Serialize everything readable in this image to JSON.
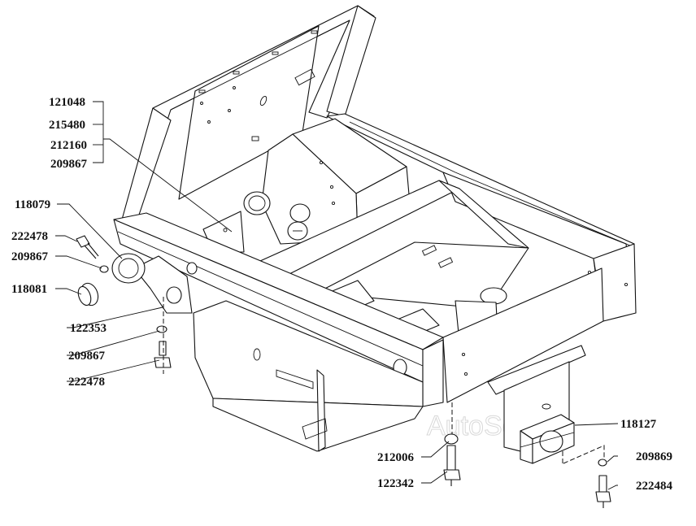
{
  "diagram": {
    "type": "exploded-parts-drawing",
    "subject": "frame / chassis assembly",
    "watermark": "AutoSoft",
    "labels": [
      {
        "id": "l1",
        "text": "121048"
      },
      {
        "id": "l2",
        "text": "215480"
      },
      {
        "id": "l3",
        "text": "212160"
      },
      {
        "id": "l4",
        "text": "209867"
      },
      {
        "id": "l5",
        "text": "118079"
      },
      {
        "id": "l6",
        "text": "222478"
      },
      {
        "id": "l7",
        "text": "209867"
      },
      {
        "id": "l8",
        "text": "118081"
      },
      {
        "id": "l9",
        "text": "122353"
      },
      {
        "id": "l10",
        "text": "209867"
      },
      {
        "id": "l11",
        "text": "222478"
      },
      {
        "id": "l12",
        "text": "212006"
      },
      {
        "id": "l13",
        "text": "122342"
      },
      {
        "id": "l14",
        "text": "118127"
      },
      {
        "id": "l15",
        "text": "209869"
      },
      {
        "id": "l16",
        "text": "222484"
      }
    ]
  }
}
